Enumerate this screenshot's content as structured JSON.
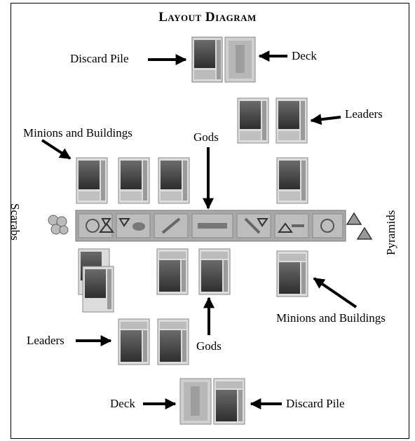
{
  "title": "Layout Diagram",
  "labels": {
    "discard_pile_top": "Discard Pile",
    "deck_top": "Deck",
    "leaders_top": "Leaders",
    "minions_buildings_top": "Minions and Buildings",
    "gods_top": "Gods",
    "scarabs": "Scarabs",
    "pyramids": "Pyramids",
    "minions_buildings_bottom": "Minions and Buildings",
    "leaders_bottom": "Leaders",
    "gods_bottom": "Gods",
    "deck_bottom": "Deck",
    "discard_pile_bottom": "Discard Pile"
  }
}
